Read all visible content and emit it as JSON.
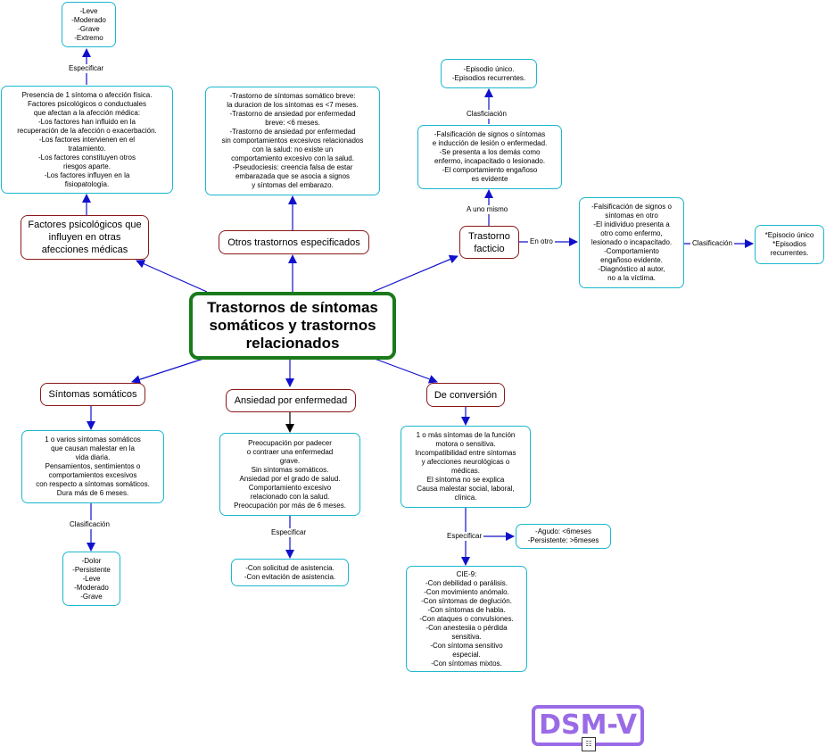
{
  "main": {
    "title": "Trastornos de síntomas somáticos y trastornos relacionados"
  },
  "concepts": {
    "factores": "Factores psicológicos que influyen en otras afecciones médicas",
    "otros": "Otros trastornos especificados",
    "facticio": "Trastorno facticio",
    "somaticos": "Síntomas somáticos",
    "ansiedad": "Ansiedad por enfermedad",
    "conversion": "De conversión"
  },
  "boxes": {
    "severidad": "-Leve\n-Moderado\n-Grave\n-Extremo",
    "factores_desc": "Presencia de 1 síntoma o afección física.\nFactores psicológicos o conductuales\nque afectan a la afección médica:\n-Los factores han influido en la\nrecuperación de la afección o exacerbación.\n-Los factores intervienen en el\ntratamiento.\n-Los factores constituyen otros\nriesgos aparte.\n-Los factores influyen en la\nfisiopatología.",
    "otros_desc": "-Trastorno de síntomas somático breve:\nla duracion de los síntomas es <7 meses.\n-Trastorno de ansiedad por enfermedad\nbreve: <6 meses.\n-Trastorno de ansiedad por enfermedad\nsin comportamientos excesivos relacionados\ncon la salud: no existe un\ncomportamiento excesivo con la salud.\n-Pseudociesis: creencia falsa de estar\nembarazada que se asocia a signos\ny síntomas del embarazo.",
    "episodio_top": "-Episodio único.\n-Episodios recurrentes.",
    "facticio_self": "-Falsificación de signos o síntomas\ne inducción de lesión o enfermedad.\n-Se presenta a los demás como\nenfermo, incapacitado o lesionado.\n-El comportamiento engañoso\nes evidente",
    "facticio_other": "-Falsificación de signos o\nsíntomas en otro\n-El inidividuo presenta a\notro como enfermo,\nlesionado o incapacitado.\n-Comportamiento\nengañoso evidente.\n-Diagnóstico al autor,\nno a la víctima.",
    "episodio_right": "*Episocio único\n*Episodios\nrecurrentes.",
    "somaticos_desc": "1 o varios síntomas somáticos\nque causan malestar en la\nvida diaria.\nPensamientos, sentimientos o\ncomportamientos excesivos\ncon respecto a síntomas somáticos.\nDura más de 6 meses.",
    "somaticos_clas": "-Dolor\n-Persistente\n-Leve\n-Moderado\n-Grave",
    "ansiedad_desc": "Preocupación por padecer\no contraer una enfermedad\ngrave.\nSin síntomas somáticos.\nAnsiedad por el grado de salud.\nComportamiento excesivo\nrelacionado con la salud.\nPreocupación por más de 6 meses.",
    "ansiedad_esp": "-Con solicitud de asistencia.\n-Con evitación de asistencia.",
    "conversion_desc": "1 o más síntomas de la función\nmotora o sensitiva.\nIncompatibilidad entre síntomas\ny afecciones neurológicas o\nmédicas.\nEl síntoma no se explica\nCausa malestar social, laboral,\nclínica.",
    "conversion_dur": "-Agudo: <6meses\n-Persistente: >6meses",
    "cie9": "CIE-9:\n-Con debilidad o parálisis.\n-Con movimiento anómalo.\n-Con síntomas de deglución.\n-Con síntomas de habla.\n-Con ataques o convulsiones.\n-Con anestesiia o pérdida\nsensitiva.\n-Con síntoma sensitivo\nespecial.\n-Con síntomas mixtos."
  },
  "link_labels": {
    "especificar_1": "Especificar",
    "clasificacion_top": "Clasficiación",
    "a_uno_mismo": "A uno mismo",
    "en_otro": "En otro",
    "clasificacion_right": "Clasificación",
    "clasificacion_bottom": "Clasificación",
    "especificar_2": "Especificar",
    "especificar_3": "Especificar"
  },
  "logo": {
    "text": "DSM-V"
  },
  "colors": {
    "arrow": "#1010cc",
    "box_border": "#1cb8cf",
    "concept_border": "#8a1a1a",
    "main_border": "#1a7a1a",
    "logo": "#9a6be6"
  }
}
